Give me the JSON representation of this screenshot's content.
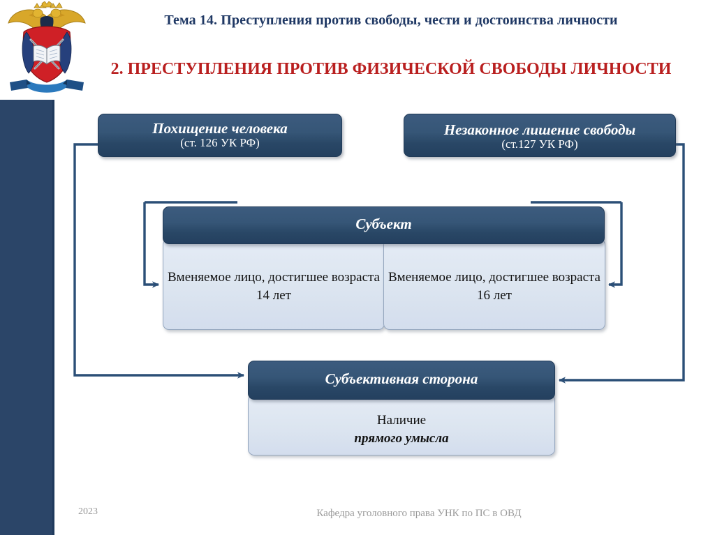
{
  "header": {
    "topic": "Тема 14. Преступления против свободы, чести и достоинства личности",
    "title": "2. ПРЕСТУПЛЕНИЯ ПРОТИВ ФИЗИЧЕСКОЙ СВОБОДЫ ЛИЧНОСТИ",
    "emblem_name": "mvd-emblem-icon"
  },
  "diagram": {
    "kidnapping": {
      "title": "Похищение человека",
      "article": "(ст. 126 УК РФ)"
    },
    "unlawful_detention": {
      "title": "Незаконное лишение свободы",
      "article": "(ст.127 УК РФ)"
    },
    "subject": {
      "heading": "Субъект",
      "left": "Вменяемое лицо, достигшее возраста 14 лет",
      "right": "Вменяемое лицо, достигшее возраста 16 лет"
    },
    "subjective_side": {
      "heading": "Субъективная сторона",
      "body_line1": "Наличие",
      "body_line2": "прямого умысла"
    }
  },
  "footer": {
    "year": "2023",
    "department": "Кафедра уголовного права УНК по ПС в ОВД"
  },
  "colors": {
    "dark_blue": "#2b4568",
    "light_blue": "#dce5f0",
    "accent_red": "#b91f1f",
    "navy_text": "#1f3864",
    "footer_gray": "#9a9a9a"
  }
}
